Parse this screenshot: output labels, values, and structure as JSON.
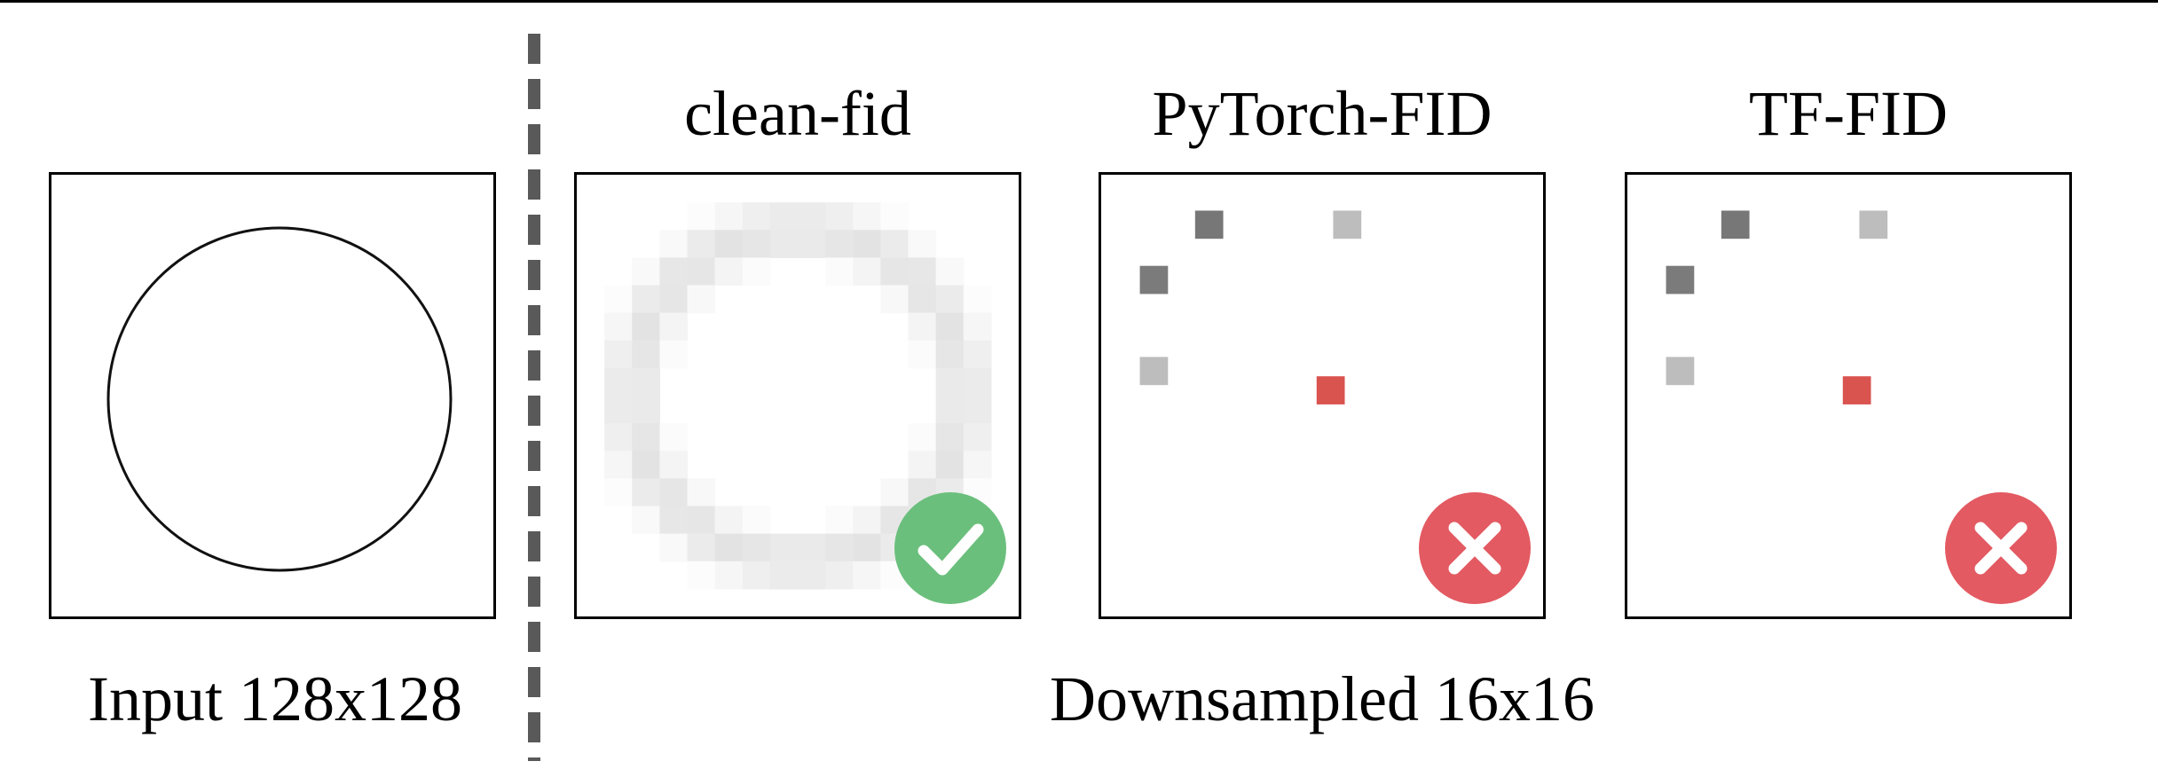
{
  "input_panel": {
    "caption": "Input 128x128"
  },
  "outputs": {
    "caption": "Downsampled 16x16",
    "methods": [
      {
        "title": "clean-fid",
        "result": "pass"
      },
      {
        "title": "PyTorch-FID",
        "result": "fail"
      },
      {
        "title": "TF-FID",
        "result": "fail"
      }
    ]
  },
  "colors": {
    "pass_badge": "#6bbf7c",
    "fail_badge": "#e35a62",
    "dash_line": "#595959"
  },
  "icons": {
    "pass": "checkmark-icon",
    "fail": "cross-icon"
  }
}
